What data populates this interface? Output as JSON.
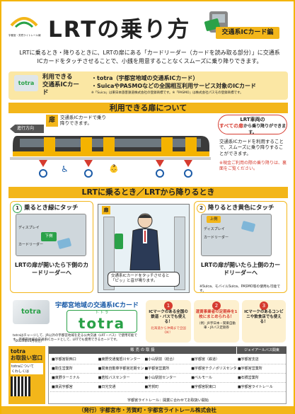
{
  "header": {
    "logo_caption": "宇都宮・芳賀ライトレール線",
    "title_main": "LRTの乗り方",
    "subtitle_badge": "交通系ICカード編",
    "intro": "LRTに乗るとき・降りるときに、LRTの扉にある「カードリーダー（カードを読み取る部分）」に交通系ICカードをタッチさせることで、小銭を用意することなくスムーズに乗り降りできます。"
  },
  "usable_cards": {
    "label": "利用できる\n交通系ICカード",
    "card_text": "totra",
    "item1": "・totra（宇都宮地域の交通系ICカード）",
    "item2": "・SuicaやPASMOなどの全国相互利用サービス対象のICカード",
    "note": "※「Suica」は東日本旅客鉄道株式会社の登録商標です。※「PASMO」は株式会社パスモの登録商標です。"
  },
  "doors_section": {
    "heading": "利用できる扉について",
    "door_label": "扉",
    "door_desc": "交通系ICカードで乗り降りできます。",
    "direction": "進行方向",
    "side_title": "LRT車両の",
    "side_title2": "すべての扉",
    "side_title3": "から乗り降りができます。",
    "side_body": "交通系ICカードを利用することで、スムーズに乗り降りすることができます。",
    "side_note": "※現金ご利用の際の乗り降りは、裏面をご覧ください。"
  },
  "boarding_section": {
    "heading": "LRTに乗るとき／LRTから降りるとき",
    "step1_num": "1",
    "step1_title": "乗るとき緑にタッチ",
    "step1_caption": "LRTの扉が開いたら下側のカードリーダーへ",
    "step2_num": "2",
    "step2_title": "降りるとき黄色にタッチ",
    "step2_caption": "LRTの扉が開いたら上側のカードリーダーへ",
    "door_sign": "扉",
    "reader_top": "上側",
    "reader_bottom": "下側",
    "display_label": "ディスプレイ",
    "reader_label": "カードリーダー",
    "center_caption": "交通系ICカードをタッチさせると「ピッ」と音が鳴ります。",
    "side_note": "※Suica、モバイルSuica、PASMO等の使用も可能です。"
  },
  "totra_section": {
    "heading": "宇都宮地域の交通系ICカード",
    "logo_text": "totra",
    "logo_ruby": "ト  ト  ラ",
    "desc": "totraはチャージして、JR以外の宇都宮地域を走る公共交通（LRT・バス）で使用可能です。宇都宮地域の交通系ICカードとして、LRTでも使用できるカードです。",
    "date": "（2021年11月現在）",
    "feature1_num": "1",
    "feature1": "ICマークのある全国の鉄道・バスでも使える！",
    "feature1_sub": "北海道から沖縄まで全国OK！",
    "feature2_num": "2",
    "feature2": "運賃事業者の定期券を1枚にまとめられる！",
    "feature2_sub": "（例）JR宇日本・関東自動車・JRバス定期券",
    "feature3_num": "3",
    "feature3": "ICマークのあるコンビニや飲食店でも使える！"
  },
  "counters": {
    "title": "totra\nお取扱い窓口",
    "sub": "totraについて\nくわしくは",
    "table_title": "販 売 の 取 扱",
    "right_title": "ジェイアールバス関東",
    "rows": [
      [
        "宇都宮駅西口",
        "東野交通鬼怒川センター",
        "小山駅前（総合）",
        "宇都宮（鉄道）",
        "宇都宮支店"
      ],
      [
        "駒生営業所",
        "関東自動車宇都宮定期センター",
        "宇都宮営業所",
        "宇都宮テクノポリスセンター",
        "宇都宮営業所"
      ],
      [
        "東野ターミナル",
        "若松バスセンター",
        "小山駅前センター",
        "ベルモール",
        "石橋営業所"
      ],
      [
        "東武宇都宮",
        "日光交通",
        "芳賀町",
        "宇都宮駅東口",
        "宇都宮ライトレール"
      ]
    ],
    "footer_note": "宇都宮ライトレール：開業に合わせてお取扱い開始"
  },
  "publisher": "（発行）宇都宮市・芳賀町・宇都宮ライトレール株式会社",
  "colors": {
    "accent": "#f3b61a",
    "green": "#2aa148",
    "red": "#d63b2f",
    "blue": "#1c5ca8",
    "train_yellow": "#f4b300"
  }
}
